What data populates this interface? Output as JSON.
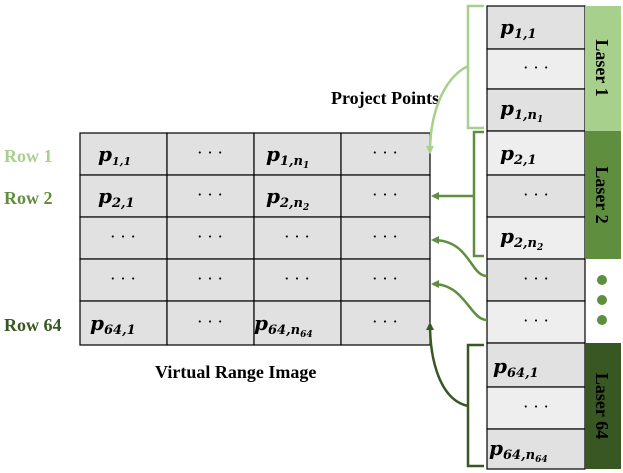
{
  "title_project": "Project Points",
  "title_image": "Virtual Range Image",
  "rows": [
    {
      "label": "Row 1",
      "color": "#a7d08d"
    },
    {
      "label": "Row 2",
      "color": "#5f8f3e"
    },
    {
      "label": "Row 64",
      "color": "#385723"
    }
  ],
  "lasers": [
    {
      "label": "Laser 1",
      "color": "#a7d08d"
    },
    {
      "label": "Laser 2",
      "color": "#5f8f3e"
    },
    {
      "label": "Laser 64",
      "color": "#385723"
    }
  ],
  "ellipsis": "· · ·",
  "grid": [
    [
      "p1,1",
      "·",
      "p1,n1",
      "·"
    ],
    [
      "p2,1",
      "·",
      "p2,n2",
      "·"
    ],
    [
      "·",
      "·",
      "·",
      "·"
    ],
    [
      "·",
      "·",
      "·",
      "·"
    ],
    [
      "p64,1",
      "·",
      "p64,n64",
      "·"
    ]
  ],
  "column_cells": [
    "p1,1",
    "·",
    "p1,n1",
    "p2,1",
    "·",
    "p2,n2",
    "·",
    "·",
    "p64,1",
    "·",
    "p64,n64"
  ],
  "dots_color": "#5f8f3e"
}
